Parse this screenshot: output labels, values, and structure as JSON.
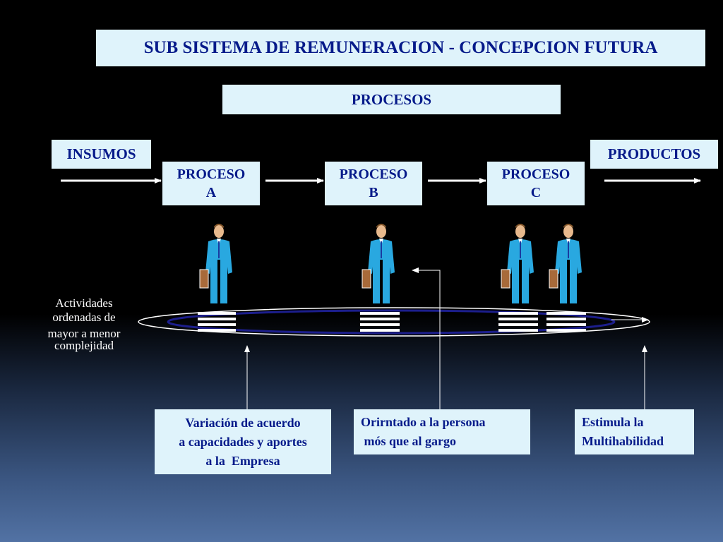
{
  "title": "SUB SISTEMA DE REMUNERACION - CONCEPCION FUTURA",
  "subtitle": "PROCESOS",
  "inputs_label": "INSUMOS",
  "outputs_label": "PRODUCTOS",
  "processes": [
    {
      "line1": "PROCESO",
      "line2": "A"
    },
    {
      "line1": "PROCESO",
      "line2": "B"
    },
    {
      "line1": "PROCESO",
      "line2": "C"
    }
  ],
  "side_label": {
    "line1": "Actividades",
    "line2": "ordenadas de",
    "line3": "mayor a menor",
    "line4": "complejidad"
  },
  "notes": {
    "left": {
      "line1": "Variación de acuerdo",
      "line2": "a capacidades y aportes",
      "line3": "a la  Empresa"
    },
    "center": {
      "line1": "Orirntado a la persona",
      "line2": " mós que al gargo"
    },
    "right": {
      "line1": "Estimula la",
      "line2": "Multihabilidad"
    }
  },
  "colors": {
    "box_bg": "#dff3fb",
    "box_text": "#061a8a",
    "figure_suit": "#29a8e0",
    "ellipse_inner": "#1c1e8c"
  }
}
